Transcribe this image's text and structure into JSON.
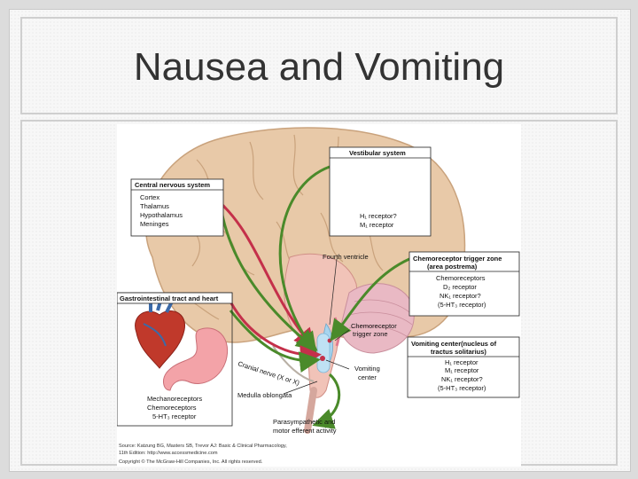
{
  "slide": {
    "title": "Nausea and Vomiting"
  },
  "diagram": {
    "cns_box": {
      "header": "Central nervous system",
      "items": [
        "Cortex",
        "Thalamus",
        "Hypothalamus",
        "Meninges"
      ]
    },
    "vestibular_box": {
      "header": "Vestibular system",
      "items": [
        "H₁ receptor?",
        "M₁ receptor"
      ]
    },
    "ctz_box": {
      "header_line1": "Chemoreceptor trigger zone",
      "header_line2": "(area postrema)",
      "items": [
        "Chemoreceptors",
        "D₂ receptor",
        "NK₁ receptor?",
        "(5-HT₃ receptor)"
      ]
    },
    "gi_box": {
      "header": "Gastrointestinal tract and heart",
      "items": [
        "Mechanoreceptors",
        "Chemoreceptors",
        "5-HT₃ receptor"
      ]
    },
    "vc_box": {
      "header_line1": "Vomiting center(nucleus of",
      "header_line2": "tractus solitarius)",
      "items": [
        "H₁ receptor",
        "M₁ receptor",
        "NK₁ receptor?",
        "(5-HT₃ receptor)"
      ]
    },
    "labels": {
      "fourth_ventricle": "Fourth ventricle",
      "ctz_line1": "Chemoreceptor",
      "ctz_line2": "trigger zone",
      "vomiting_center_line1": "Vomiting",
      "vomiting_center_line2": "center",
      "cranial_nerve": "Cranial nerve (X or X)",
      "medulla": "Medulla oblongata",
      "efferent_line1": "Parasympathetic and",
      "efferent_line2": "motor efferent activity"
    },
    "source": {
      "line1": "Source: Katzung BG, Masters SB, Trevor AJ: Basic & Clinical Pharmacology,",
      "line2": "11th Edition: http://www.accessmedicine.com",
      "line3": "Copyright © The McGraw-Hill Companies, Inc. All rights reserved."
    },
    "colors": {
      "brain": "#e8c9a8",
      "green_arrow": "#4a8a2a",
      "red_arrow": "#c4304a",
      "ventricle": "#a8d4ee",
      "cerebellum": "#e9b9c4"
    }
  }
}
